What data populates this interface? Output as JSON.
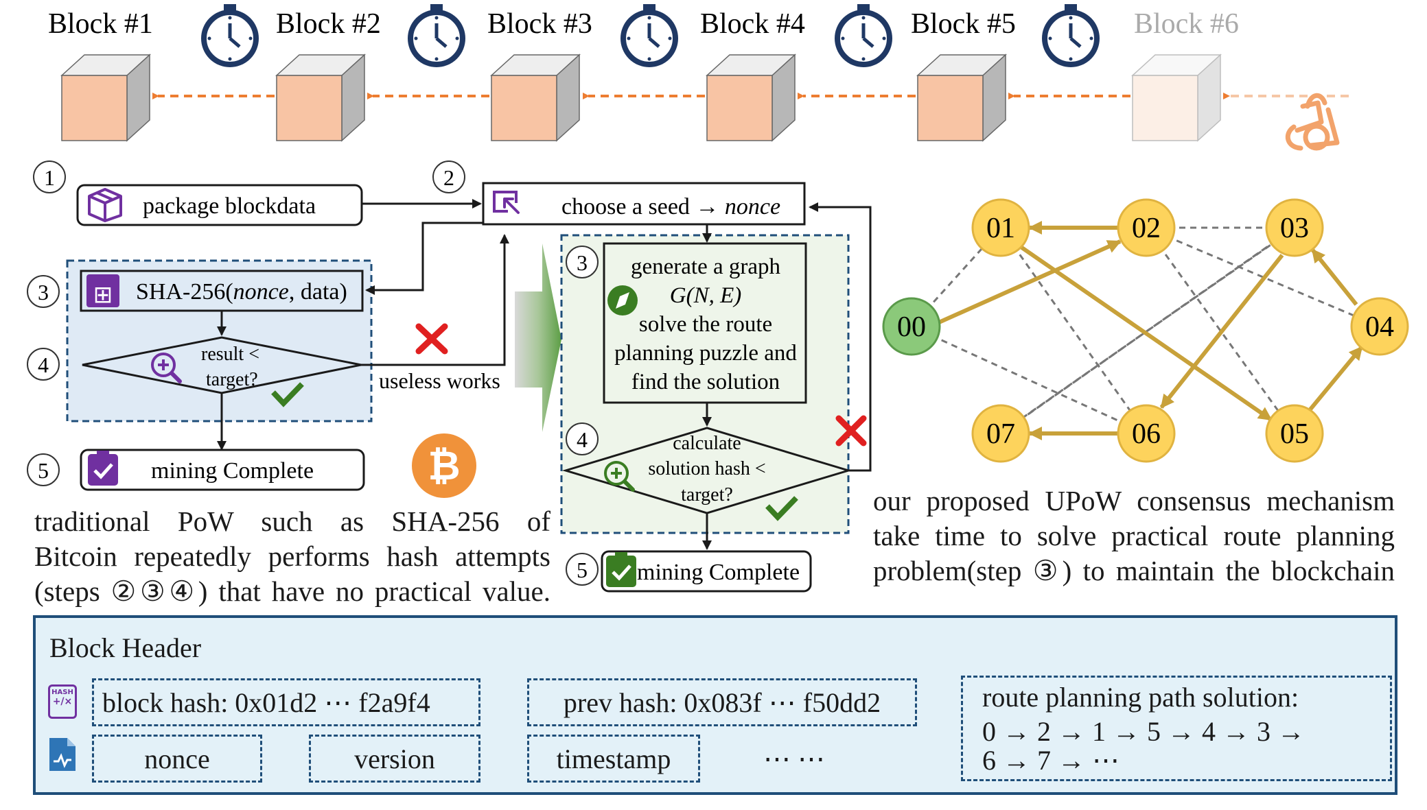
{
  "blocks": [
    {
      "label": "Block #1"
    },
    {
      "label": "Block #2"
    },
    {
      "label": "Block #3"
    },
    {
      "label": "Block #4"
    },
    {
      "label": "Block #5"
    },
    {
      "label": "Block #6"
    }
  ],
  "colors": {
    "block_face": "#f8c4a4",
    "block_face_faded": "#fbe3d3",
    "arrow_orange": "#ed7d31",
    "navy": "#1f3864",
    "purple": "#7030a0",
    "green_node": "#8bc97a",
    "yellow_node": "#fdd35c",
    "gold_edge": "#c8a13a",
    "panel_bg": "#e3f1f8",
    "bitcoin": "#f0923a"
  },
  "left_flow": {
    "step1": "①",
    "step2": "②",
    "step3": "③",
    "step4": "④",
    "step5": "⑤",
    "package": "package blockdata",
    "seed_prefix": "choose a seed →",
    "seed_var": "nonce",
    "sha_prefix": "SHA-256(",
    "sha_var": "nonce",
    "sha_suffix": ", data)",
    "result_line1": "result <",
    "result_line2": "target?",
    "useless": "useless works",
    "mining": "mining Complete",
    "bitcoin_symbol": "₿"
  },
  "right_flow": {
    "step3": "③",
    "step4": "④",
    "step5": "⑤",
    "gen_line1": "generate a graph",
    "gen_line2": "G(N, E)",
    "gen_line3": "solve the route",
    "gen_line4": "planning puzzle and",
    "gen_line5": "find the solution",
    "calc_line1": "calculate",
    "calc_line2": "solution hash <",
    "calc_line3": "target?",
    "mining": "mining Complete"
  },
  "graph": {
    "nodes": [
      "00",
      "01",
      "02",
      "03",
      "04",
      "05",
      "06",
      "07"
    ]
  },
  "text_left": {
    "line1": "traditional PoW  such as SHA-256 of",
    "line2": "Bitcoin repeatedly performs hash attempts",
    "line3": "(steps ②③④) that have no practical value."
  },
  "text_right": {
    "line1": "our proposed UPoW consensus mechanism",
    "line2": "take time to solve practical route planning",
    "line3": "problem(step ③) to maintain the blockchain"
  },
  "header": {
    "title": "Block Header",
    "hash_icon_top": "HASH",
    "hash_icon_bottom": "+/×",
    "block_hash": "block hash: 0x01d2 ⋯ f2a9f4",
    "prev_hash": "prev hash: 0x083f ⋯ f50dd2",
    "nonce": "nonce",
    "version": "version",
    "timestamp": "timestamp",
    "ellipsis": "⋯ ⋯",
    "route_line1": "route planning path solution:",
    "route_line2": "0 → 2 → 1 → 5 → 4 → 3 →",
    "route_line3": "6 → 7 → ⋯"
  }
}
